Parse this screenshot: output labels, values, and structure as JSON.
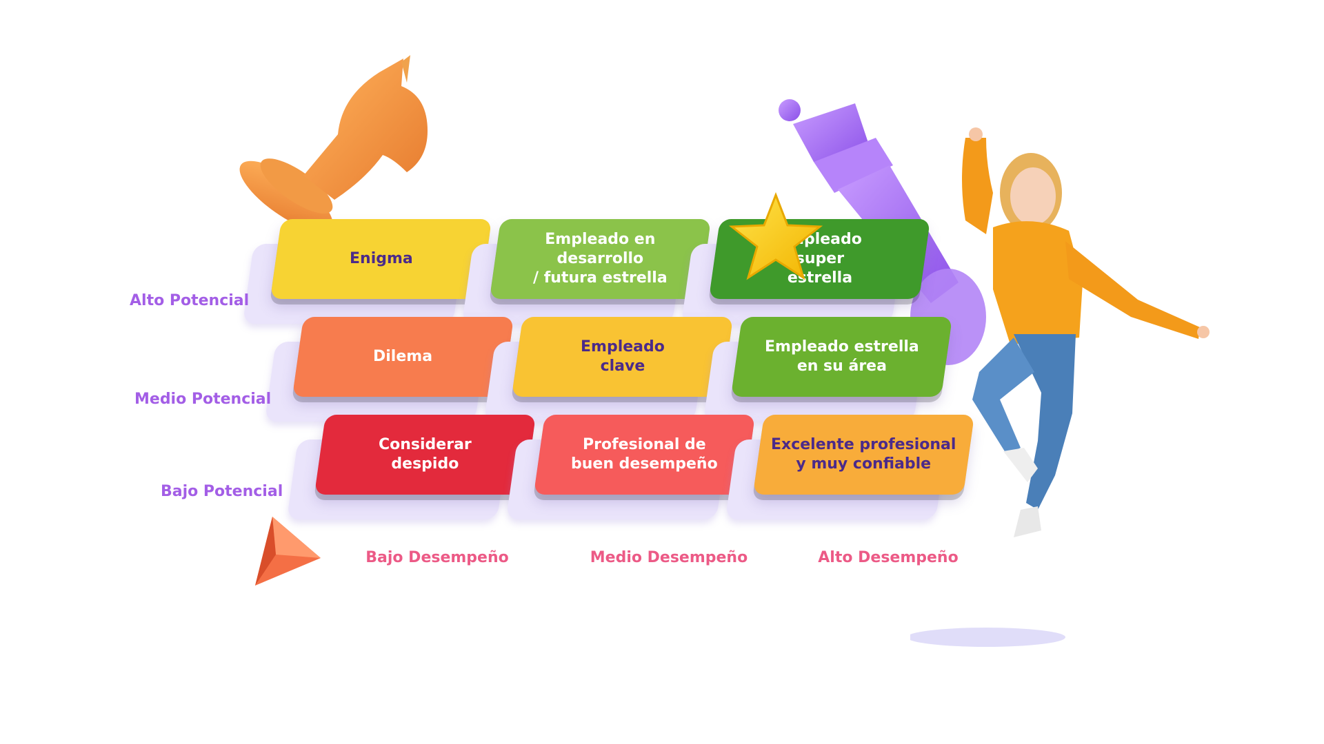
{
  "rows": [
    "Alto Potencial",
    "Medio Potencial",
    "Bajo Potencial"
  ],
  "columns": [
    "Bajo Desempeño",
    "Medio Desempeño",
    "Alto Desempeño"
  ],
  "cells": [
    [
      {
        "text": "Enigma",
        "color": "#f7d333",
        "text_color": "#4b2a8a"
      },
      {
        "text": "Empleado en\ndesarrollo\n/ futura estrella",
        "color": "#8bc34a",
        "text_color": "#ffffff"
      },
      {
        "text": "Empleado\nsuper\nestrella",
        "color": "#3f9a2b",
        "text_color": "#ffffff"
      }
    ],
    [
      {
        "text": "Dilema",
        "color": "#f77c4e",
        "text_color": "#ffffff"
      },
      {
        "text": "Empleado\nclave",
        "color": "#f9c333",
        "text_color": "#4b2a8a"
      },
      {
        "text": "Empleado estrella\nen su área",
        "color": "#6bb12f",
        "text_color": "#ffffff"
      }
    ],
    [
      {
        "text": "Considerar\ndespido",
        "color": "#e32a3c",
        "text_color": "#ffffff"
      },
      {
        "text": "Profesional de\nbuen desempeño",
        "color": "#f65b5b",
        "text_color": "#ffffff"
      },
      {
        "text": "Excelente profesional\ny muy confiable",
        "color": "#f8ac3a",
        "text_color": "#4b2a8a"
      }
    ]
  ],
  "colors": {
    "row_label": "#a35ee6",
    "column_label": "#ec5a86"
  }
}
